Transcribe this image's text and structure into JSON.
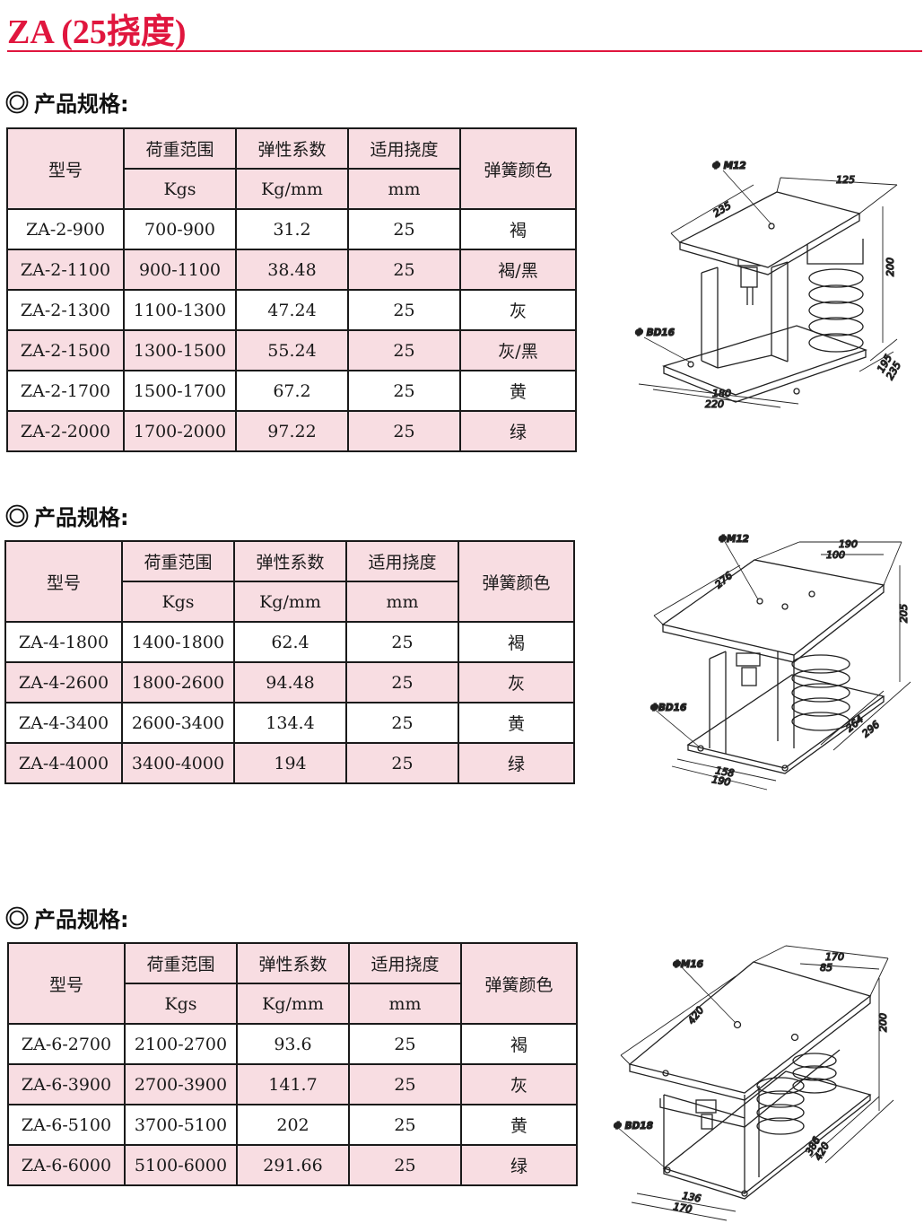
{
  "page": {
    "title": "ZA (25挠度)",
    "accent_color": "#e0163e",
    "header_fill": "#f8dde2"
  },
  "header": {
    "model": "型号",
    "load_range": "荷重范围",
    "load_unit": "Kgs",
    "stiffness": "弹性系数",
    "stiffness_unit": "Kg/mm",
    "deflection": "适用挠度",
    "deflection_unit": "mm",
    "spring_color": "弹簧颜色"
  },
  "sections": [
    {
      "heading": "产品规格:",
      "rows": [
        {
          "model": "ZA-2-900",
          "load": "700-900",
          "k": "31.2",
          "defl": "25",
          "color": "褐"
        },
        {
          "model": "ZA-2-1100",
          "load": "900-1100",
          "k": "38.48",
          "defl": "25",
          "color": "褐/黑"
        },
        {
          "model": "ZA-2-1300",
          "load": "1100-1300",
          "k": "47.24",
          "defl": "25",
          "color": "灰"
        },
        {
          "model": "ZA-2-1500",
          "load": "1300-1500",
          "k": "55.24",
          "defl": "25",
          "color": "灰/黑"
        },
        {
          "model": "ZA-2-1700",
          "load": "1500-1700",
          "k": "67.2",
          "defl": "25",
          "color": "黄"
        },
        {
          "model": "ZA-2-2000",
          "load": "1700-2000",
          "k": "97.22",
          "defl": "25",
          "color": "绿"
        }
      ],
      "drawing": {
        "bolt": "Φ M12",
        "hole": "Φ BD16",
        "top_len": "235",
        "top_width": "125",
        "height": "200",
        "base_inner": "180",
        "base_outer": "220",
        "side_inner": "195",
        "side_outer": "235"
      }
    },
    {
      "heading": "产品规格:",
      "rows": [
        {
          "model": "ZA-4-1800",
          "load": "1400-1800",
          "k": "62.4",
          "defl": "25",
          "color": "褐"
        },
        {
          "model": "ZA-4-2600",
          "load": "1800-2600",
          "k": "94.48",
          "defl": "25",
          "color": "灰"
        },
        {
          "model": "ZA-4-3400",
          "load": "2600-3400",
          "k": "134.4",
          "defl": "25",
          "color": "黄"
        },
        {
          "model": "ZA-4-4000",
          "load": "3400-4000",
          "k": "194",
          "defl": "25",
          "color": "绿"
        }
      ],
      "drawing": {
        "bolt": "ΦM12",
        "hole": "ΦBD16",
        "top_len": "276",
        "top_width": "190",
        "top_inner": "100",
        "height": "205",
        "base_inner": "158",
        "base_outer": "190",
        "side_inner": "264",
        "side_outer": "296"
      }
    },
    {
      "heading": "产品规格:",
      "rows": [
        {
          "model": "ZA-6-2700",
          "load": "2100-2700",
          "k": "93.6",
          "defl": "25",
          "color": "褐"
        },
        {
          "model": "ZA-6-3900",
          "load": "2700-3900",
          "k": "141.7",
          "defl": "25",
          "color": "灰"
        },
        {
          "model": "ZA-6-5100",
          "load": "3700-5100",
          "k": "202",
          "defl": "25",
          "color": "黄"
        },
        {
          "model": "ZA-6-6000",
          "load": "5100-6000",
          "k": "291.66",
          "defl": "25",
          "color": "绿"
        }
      ],
      "drawing": {
        "bolt": "ΦM16",
        "hole": "Φ BD18",
        "top_len": "420",
        "top_width": "170",
        "top_inner": "85",
        "height": "200",
        "base_inner": "136",
        "base_outer": "170",
        "side_inner": "386",
        "side_outer": "420"
      }
    }
  ]
}
